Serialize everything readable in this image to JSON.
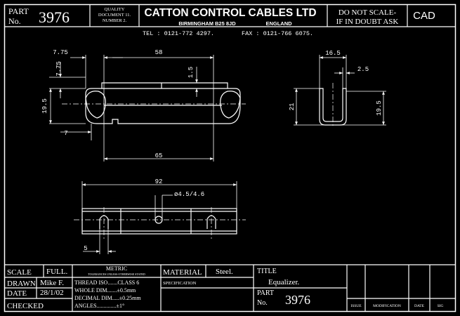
{
  "header": {
    "part_label": "PART",
    "no_label": "No.",
    "part_number": "3976",
    "quality_doc_line1": "QUALITY",
    "quality_doc_line2": "DOCUMENT 11.",
    "quality_doc_line3": "NUMBER 2.",
    "company_name": "CATTON CONTROL CABLES LTD",
    "address_city": "BIRMINGHAM B25 8JD",
    "address_country": "ENGLAND",
    "telephone": "TEL : 0121-772 4297.",
    "fax": "FAX : 0121-766 6075.",
    "warning_line1": "DO NOT SCALE-",
    "warning_line2": "IF IN DOUBT ASK",
    "cad_label": "CAD"
  },
  "dimensions": {
    "top_edge_offset": "7.75",
    "overall_length": "58",
    "side_edge_offset": "7.75",
    "slot_depth": "1.5",
    "height": "19.5",
    "lower_offset": "7",
    "hole_centres": "65",
    "side_width": "16.5",
    "side_thickness": "2.5",
    "side_height": "21",
    "side_inner_height": "19.5",
    "plan_length": "92",
    "hole_diameter": "ø4.5/4.6",
    "plan_end_offset": "5"
  },
  "title_block": {
    "scale_label": "SCALE",
    "scale_value": "FULL.",
    "metric_label": "METRIC",
    "metric_note": "TOLERANCES UNLESS OTHERWISE STATED",
    "drawn_label": "DRAWN",
    "drawn_value": "Mike F.",
    "date_label": "DATE",
    "date_value": "28/1/02",
    "checked_label": "CHECKED",
    "thread_line": "THREAD ISO.......CLASS 6",
    "whole_dim_line": "WHOLE DIM.......±0.5mm",
    "decimal_dim_line": "DECIMAL DIM.....±0.25mm",
    "angles_line": "ANGLES..............±1°",
    "material_label": "MATERIAL",
    "material_value": "Steel.",
    "specification_label": "SPECIFICATION",
    "title_label": "TITLE",
    "title_value": "Equalizer.",
    "part_label": "PART",
    "no_label": "No.",
    "part_number": "3976",
    "revision_headers": [
      "ISSUE",
      "MODIFICATION",
      "DATE",
      "SIG"
    ]
  }
}
